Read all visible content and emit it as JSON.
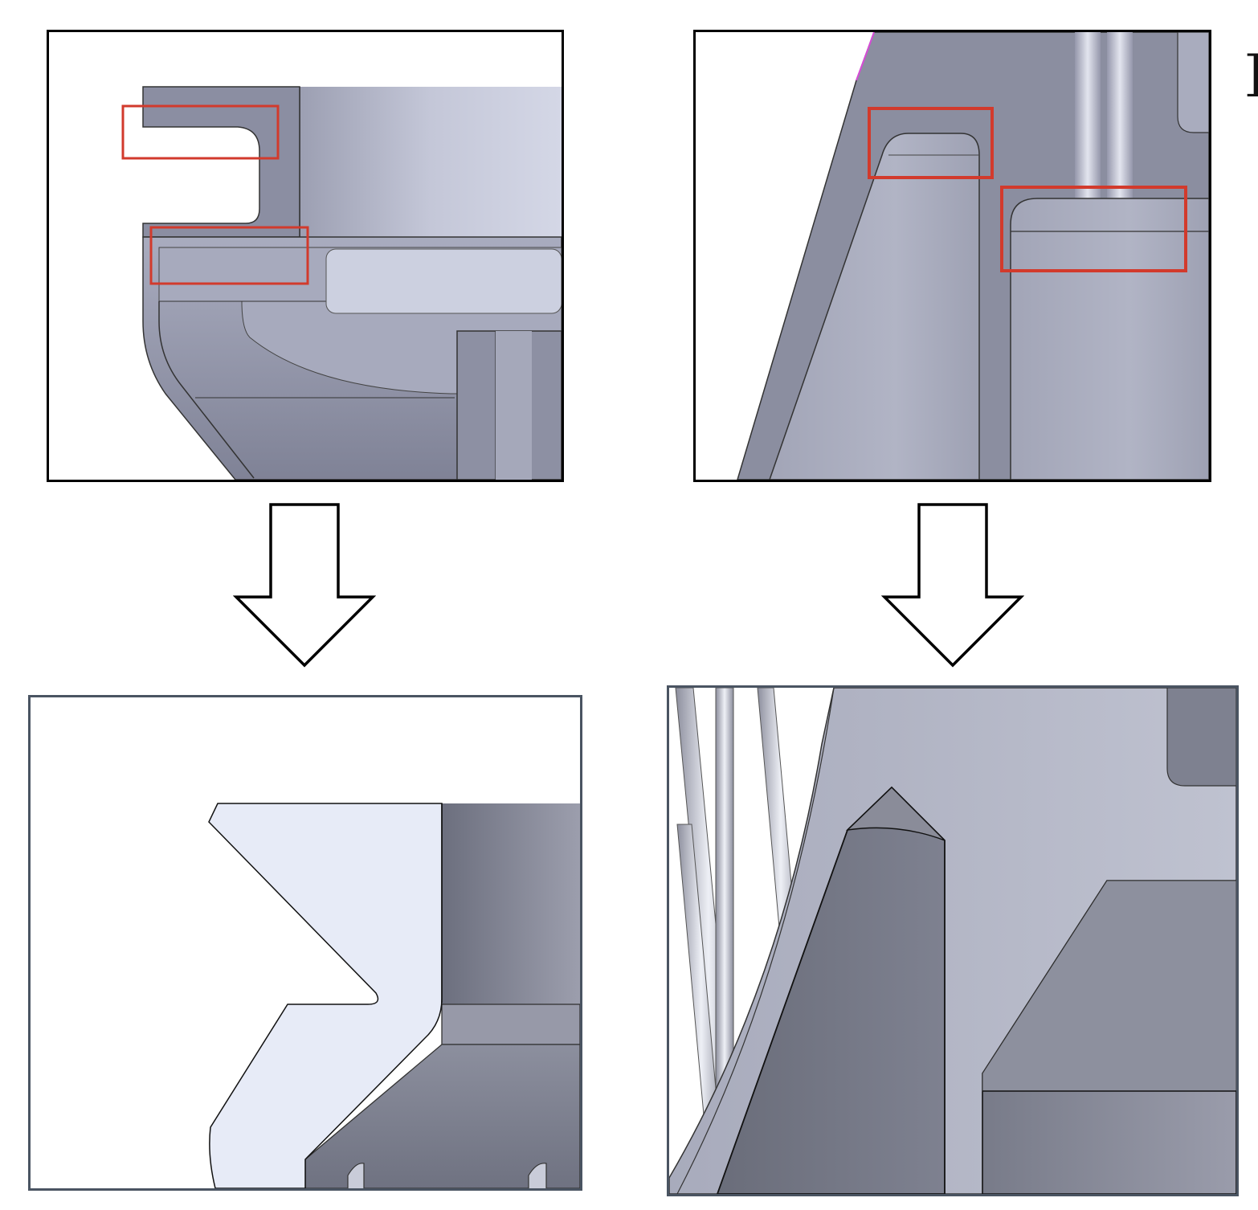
{
  "figure": {
    "edge_text": "]",
    "colors": {
      "panel_border_top": "#000000",
      "panel_border_bottom": "#4a5462",
      "highlight_box": "#d23a2c",
      "part_mid": "#a3a6b8",
      "part_dark": "#8b8ea0",
      "part_light": "#cfd2e2",
      "section_face": "#e7ebf7"
    },
    "panels": [
      {
        "id": "original-flange",
        "highlight_boxes": 2
      },
      {
        "id": "original-ribs",
        "highlight_boxes": 2
      },
      {
        "id": "modified-flange",
        "highlight_boxes": 0
      },
      {
        "id": "modified-ribs",
        "highlight_boxes": 0
      }
    ],
    "arrows": [
      {
        "direction": "down",
        "from": "original-flange",
        "to": "modified-flange"
      },
      {
        "direction": "down",
        "from": "original-ribs",
        "to": "modified-ribs"
      }
    ]
  }
}
